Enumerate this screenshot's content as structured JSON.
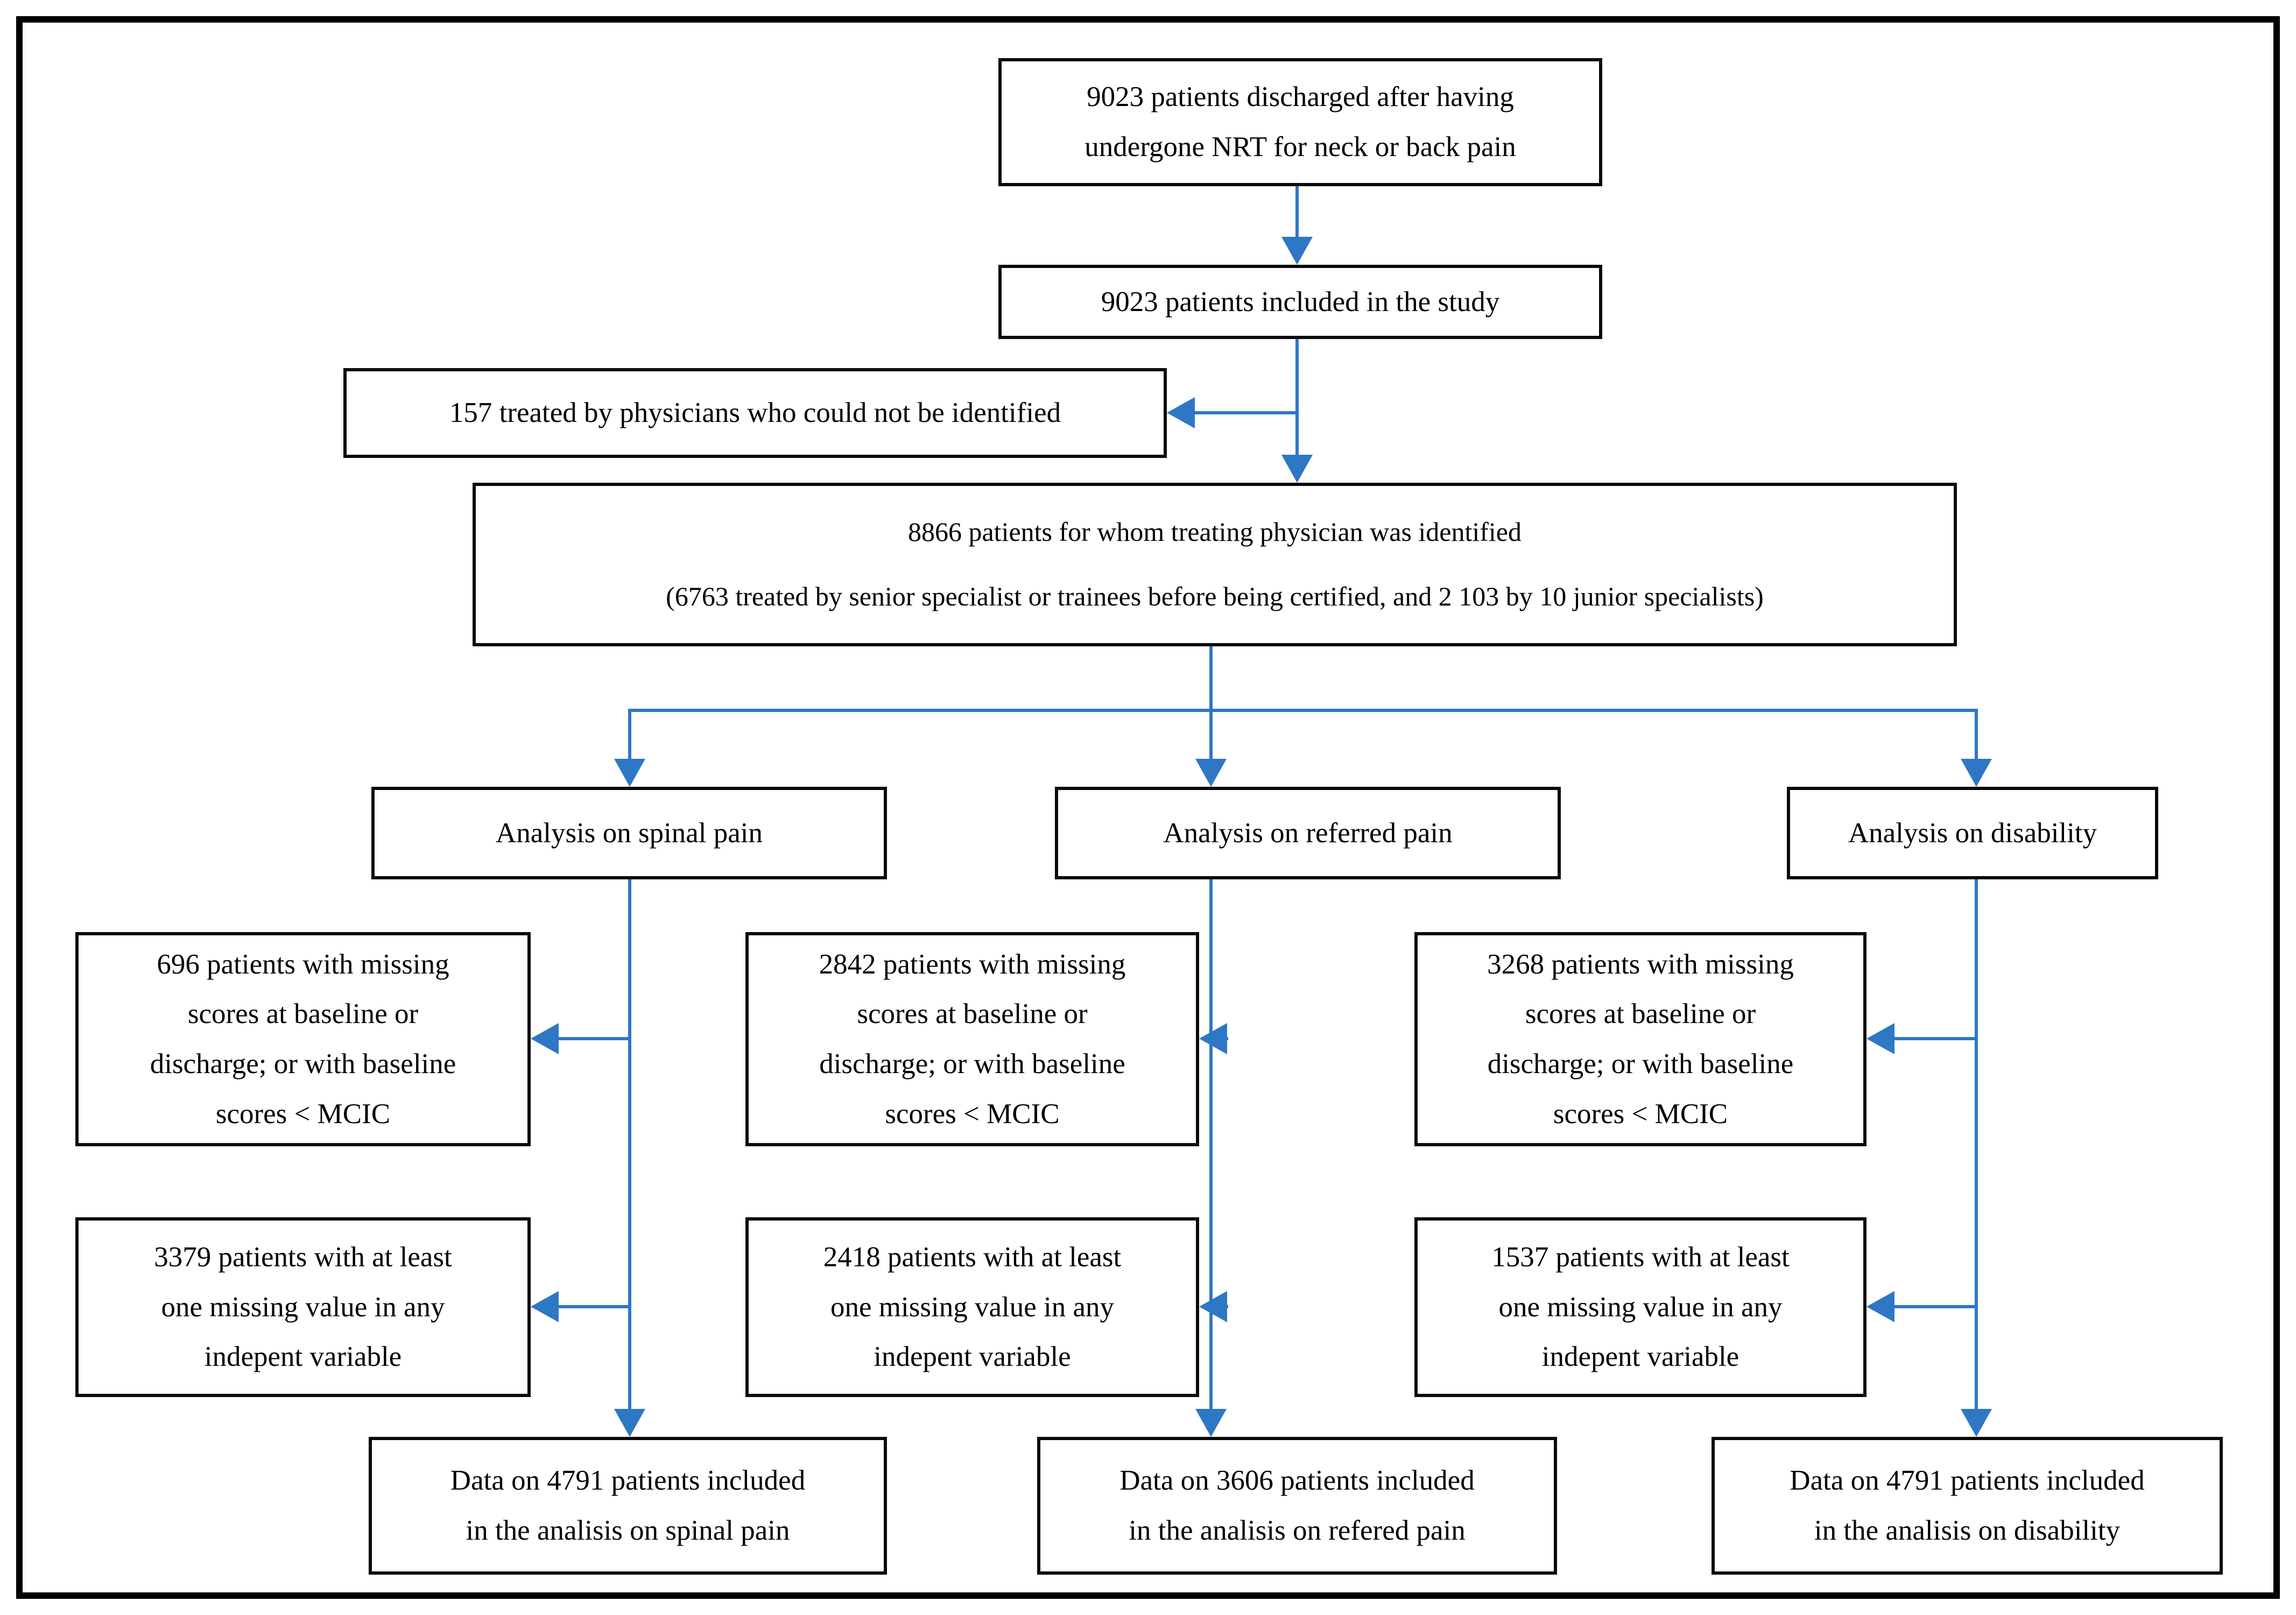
{
  "figure": {
    "type": "flowchart",
    "colors": {
      "arrow": "#2e77c5",
      "box_border": "#000000",
      "frame": "#000000",
      "background": "#ffffff"
    },
    "boxes": {
      "discharged": "9023 patients discharged after having\nundergone NRT for neck or back pain",
      "included": "9023 patients included in the study",
      "not_identified": "157 treated by physicians who could not be identified",
      "identified_main": "8866 patients for whom treating physician was identified",
      "identified_detail": "(6763 treated by senior specialist or trainees before being certified, and 2 103 by 10 junior specialists)",
      "analysis_spinal": "Analysis on spinal pain",
      "analysis_referred": "Analysis on referred pain",
      "analysis_disability": "Analysis on disability",
      "excluded_missing_scores_spinal": "696 patients with missing\nscores at baseline or\ndischarge; or with baseline\nscores < MCIC",
      "excluded_missing_scores_referred": "2842 patients with missing\nscores at baseline or\ndischarge; or with baseline\nscores < MCIC",
      "excluded_missing_scores_disability": "3268 patients with missing\nscores at baseline or\ndischarge; or with baseline\nscores < MCIC",
      "excluded_missing_values_spinal": "3379 patients with at least\none missing value in any\nindepent variable",
      "excluded_missing_values_referred": "2418 patients with at least\none missing value in any\nindepent variable",
      "excluded_missing_values_disability": "1537 patients with at least\none missing value in any\nindepent variable",
      "final_spinal": "Data on 4791 patients included\nin the analisis on spinal pain",
      "final_referred": "Data on 3606 patients included\nin the analisis on refered pain",
      "final_disability": "Data on 4791 patients included\nin the analisis on disability"
    }
  }
}
